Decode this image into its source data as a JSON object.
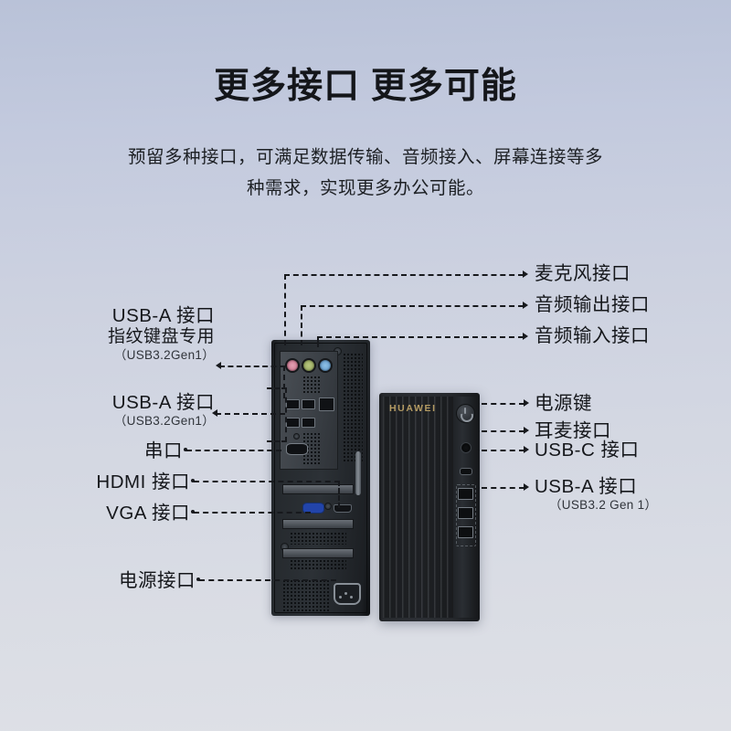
{
  "header": {
    "title": "更多接口 更多可能",
    "subtitle_line1": "预留多种接口，可满足数据传输、音频接入、屏幕连接等多",
    "subtitle_line2": "种需求，实现更多办公可能。"
  },
  "product": {
    "brand": "HUAWEI"
  },
  "labels_left": [
    {
      "id": "usb-a-fingerprint",
      "line1": "USB-A 接口",
      "line2": "指纹键盘专用",
      "note": "（USB3.2Gen1）"
    },
    {
      "id": "usb-a-rear",
      "line1": "USB-A 接口",
      "note": "（USB3.2Gen1）"
    },
    {
      "id": "serial-port",
      "line1": "串口"
    },
    {
      "id": "hdmi-port",
      "line1": "HDMI 接口"
    },
    {
      "id": "vga-port",
      "line1": "VGA 接口"
    },
    {
      "id": "power-socket",
      "line1": "电源接口"
    }
  ],
  "labels_right_top": [
    {
      "id": "microphone-port",
      "line1": "麦克风接口"
    },
    {
      "id": "audio-out-port",
      "line1": "音频输出接口"
    },
    {
      "id": "audio-in-port",
      "line1": "音频输入接口"
    }
  ],
  "labels_right_front": [
    {
      "id": "power-button",
      "line1": "电源键"
    },
    {
      "id": "headset-port",
      "line1": "耳麦接口"
    },
    {
      "id": "usb-c-port",
      "line1": "USB-C 接口"
    },
    {
      "id": "usb-a-front",
      "line1": "USB-A 接口",
      "note": "（USB3.2 Gen 1）"
    }
  ],
  "colors": {
    "text": "#15171b",
    "leader_line": "#17191d",
    "brand_gold": "#b49b63",
    "jack_mic": "#d9869b",
    "jack_line_out": "#9fb06a",
    "jack_line_in": "#6fa7d4",
    "vga_blue": "#2244aa",
    "bg_top": "#b9c2d8",
    "bg_bottom": "#dee0e6"
  }
}
